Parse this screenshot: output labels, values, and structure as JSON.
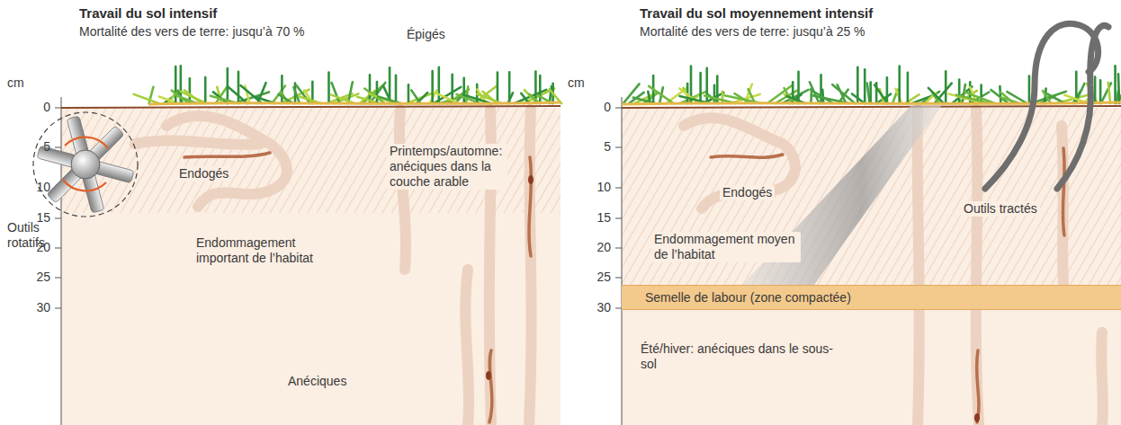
{
  "diagram": {
    "nodes": [
      {
        "text": [
          "Semelle de labour (zone compactée)"
        ]
      }
    ],
    "labels": [
      "Travail du sol intensif",
      "Mortalité des vers de terre: jusqu’à 70 %",
      "cm",
      "0",
      "5",
      "10",
      "15",
      "20",
      "25",
      "30",
      "Épigés",
      "Endogés",
      "Printemps/automne: anéciques dans la couche arable",
      "Outils rotatifs",
      "Endommagement important de l’habitat",
      "Anéciques",
      "Travail du sol moyennement intensif",
      "Mortalité des vers de terre: jusqu’à 25 %",
      "cm",
      "0",
      "5",
      "10",
      "15",
      "20",
      "25",
      "30",
      "Endogés",
      "Outils tractés",
      "Endommagement moyen de l’habitat",
      "Été/hiver: anéciques dans le sous-sol"
    ]
  }
}
